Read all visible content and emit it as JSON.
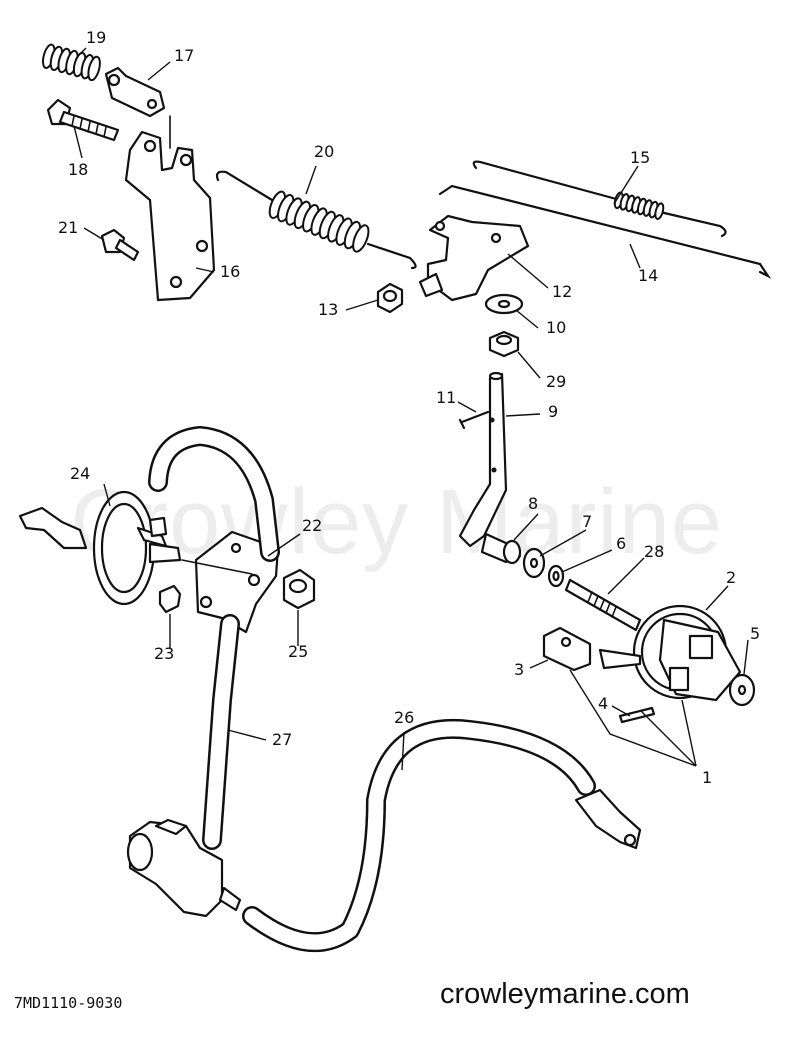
{
  "watermark": "Crowley Marine",
  "drawing_code": "7MD1110-9030",
  "website": "crowleymarine.com",
  "callouts": {
    "c1": "1",
    "c2": "2",
    "c3": "3",
    "c4": "4",
    "c5": "5",
    "c6": "6",
    "c7": "7",
    "c8": "8",
    "c9": "9",
    "c10": "10",
    "c11": "11",
    "c12": "12",
    "c13": "13",
    "c14": "14",
    "c15": "15",
    "c16": "16",
    "c17": "17",
    "c18": "18",
    "c19": "19",
    "c20": "20",
    "c21": "21",
    "c22": "22",
    "c23": "23",
    "c24": "24",
    "c25": "25",
    "c26": "26",
    "c27": "27",
    "c28": "28",
    "c29": "29"
  }
}
